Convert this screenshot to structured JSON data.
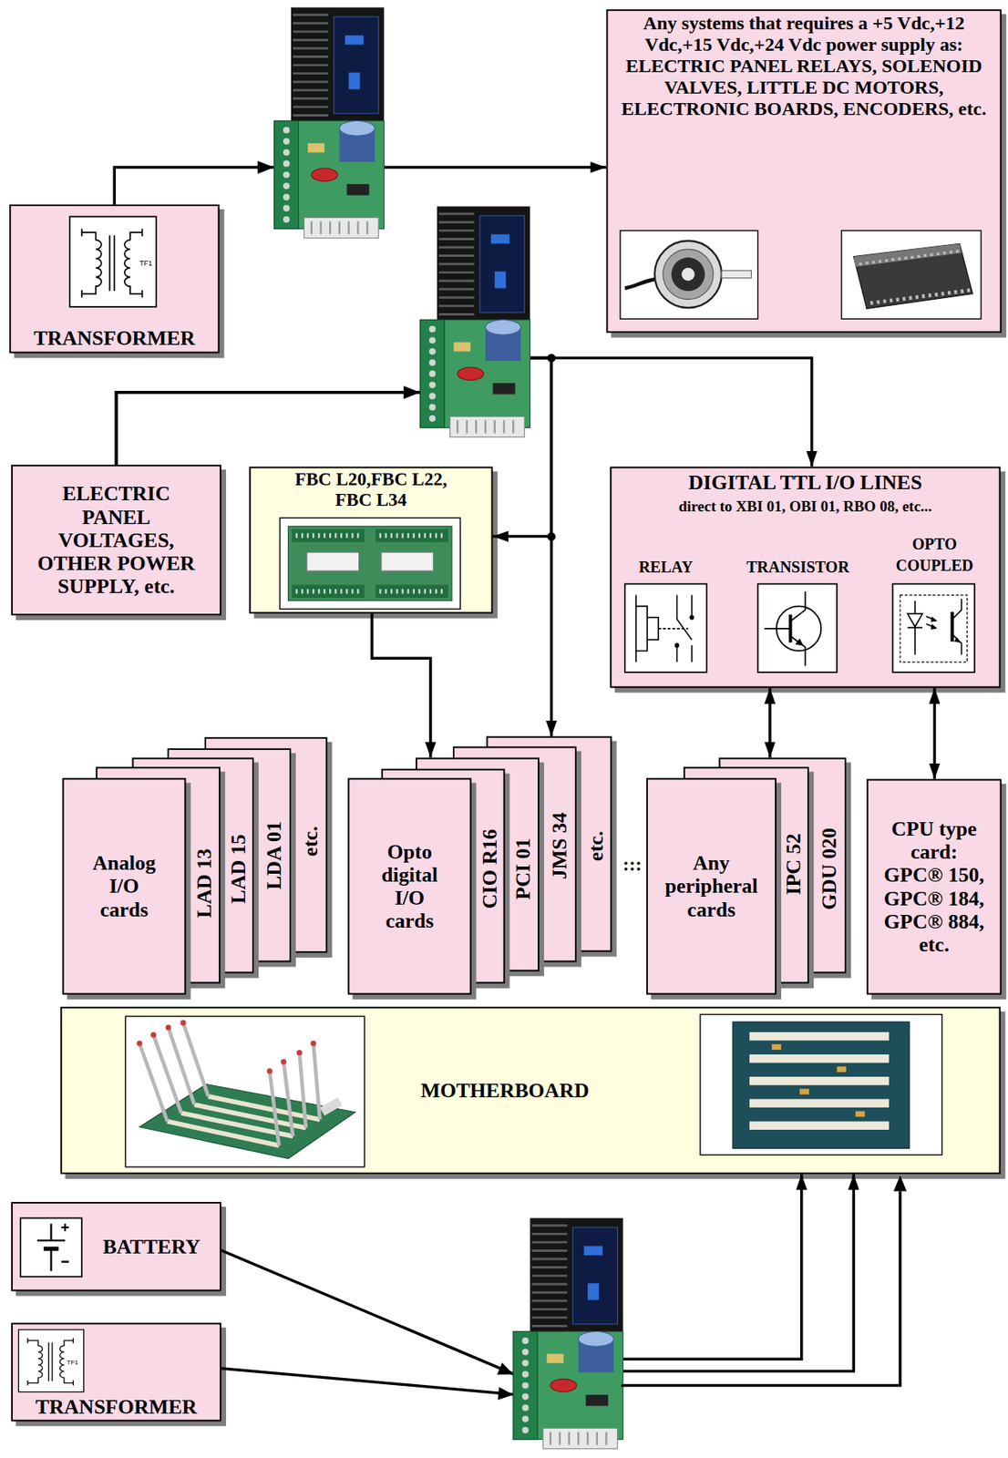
{
  "diagram": {
    "nodes": [
      {
        "text": [
          "Any systems that requires a +5 Vdc,+12 Vdc,+15 Vdc,+24 Vdc power supply as: ELECTRIC PANEL RELAYS, SOLENOID VALVES, LITTLE DC MOTORS, ELECTRONIC BOARDS, ENCODERS, etc."
        ]
      },
      {
        "text": [
          "TRANSFORMER"
        ]
      },
      {
        "text": [
          "ELECTRIC PANEL VOLTAGES, OTHER POWER SUPPLY, etc."
        ]
      },
      {
        "text": [
          "FBC L20,FBC L22, FBC L34"
        ]
      },
      {
        "text": [
          "DIGITAL TTL I/O LINES",
          "direct to XBI 01, OBI 01, RBO 08, etc..."
        ]
      },
      {
        "text": [
          "Analog I/O cards"
        ]
      },
      {
        "text": [
          "LAD 13"
        ]
      },
      {
        "text": [
          "LAD 15"
        ]
      },
      {
        "text": [
          "LDA 01"
        ]
      },
      {
        "text": [
          "etc."
        ]
      },
      {
        "text": [
          "Opto digital I/O cards"
        ]
      },
      {
        "text": [
          "CIO R16"
        ]
      },
      {
        "text": [
          "PCI 01"
        ]
      },
      {
        "text": [
          "JMS 34"
        ]
      },
      {
        "text": [
          "etc."
        ]
      },
      {
        "text": [
          "Any peripheral cards"
        ]
      },
      {
        "text": [
          "IPC 52"
        ]
      },
      {
        "text": [
          "GDU 020"
        ]
      },
      {
        "text": [
          "CPU type card: GPC® 150, GPC® 184, GPC® 884, etc."
        ]
      },
      {
        "text": [
          "MOTHERBOARD"
        ]
      },
      {
        "text": [
          "BATTERY"
        ]
      },
      {
        "text": [
          "TRANSFORMER"
        ]
      }
    ],
    "edges": [
      {
        "from": 1,
        "to": 0,
        "arrow": "to"
      },
      {
        "from": 2,
        "to": 4,
        "arrow": "to"
      },
      {
        "from": 2,
        "to": 3,
        "arrow": "to"
      },
      {
        "from": 2,
        "to": 14,
        "arrow": "to"
      },
      {
        "from": 3,
        "to": 12,
        "arrow": "to"
      },
      {
        "from": 4,
        "to": 17,
        "arrow": "both"
      },
      {
        "from": 4,
        "to": 18,
        "arrow": "both"
      },
      {
        "from": 20,
        "to": 19,
        "arrow": "to"
      },
      {
        "from": 21,
        "to": 19,
        "arrow": "to"
      }
    ],
    "labels": [
      "TF1",
      "RELAY",
      "TRANSISTOR",
      "OPTO COUPLED",
      ":::",
      "TF1"
    ]
  }
}
